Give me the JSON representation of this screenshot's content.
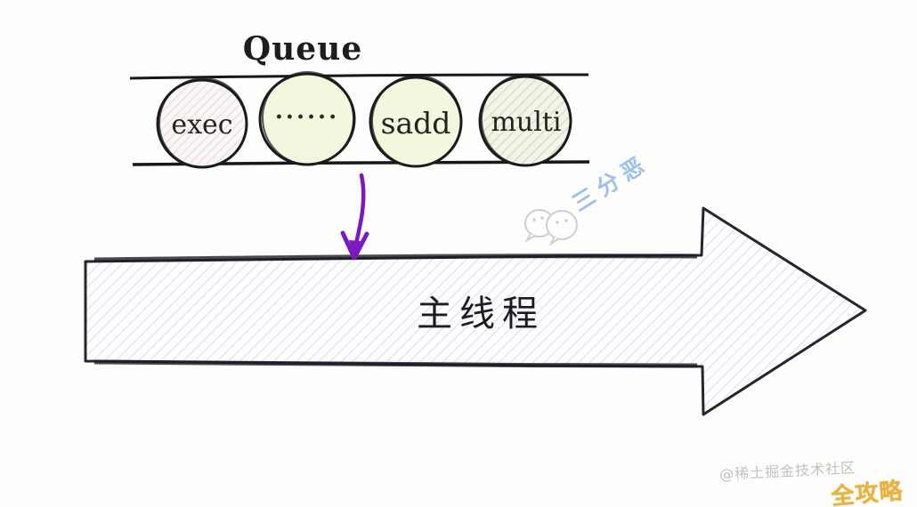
{
  "queue": {
    "title": "Queue",
    "items": [
      {
        "label": "exec",
        "style": "hatched-pink"
      },
      {
        "label": "······",
        "style": "plain-yellow"
      },
      {
        "label": "sadd",
        "style": "plain-yellow"
      },
      {
        "label": "multi",
        "style": "hatched-green"
      }
    ]
  },
  "flow": {
    "arrow": "queue-to-main-thread-down-arrow",
    "arrow_color": "#7d1abf"
  },
  "main_arrow": {
    "label": "主线程",
    "outline_color": "#25252e",
    "hatch_color": "#dce3ee"
  },
  "watermark": {
    "brand": "三分恶",
    "brand_color": "#8cb7e6",
    "icon": "wechat-chat-bubbles-icon"
  },
  "footer": {
    "credit": "@稀土掘金技术社区",
    "badge": "全攻略",
    "badge_color": "#e9b23c"
  },
  "colors": {
    "circle_yellow_fill": "#f4f6de",
    "exec_hatch": "#e6d3d9",
    "multi_hatch": "#d0d4c6",
    "ink": "#1b1b1f"
  }
}
